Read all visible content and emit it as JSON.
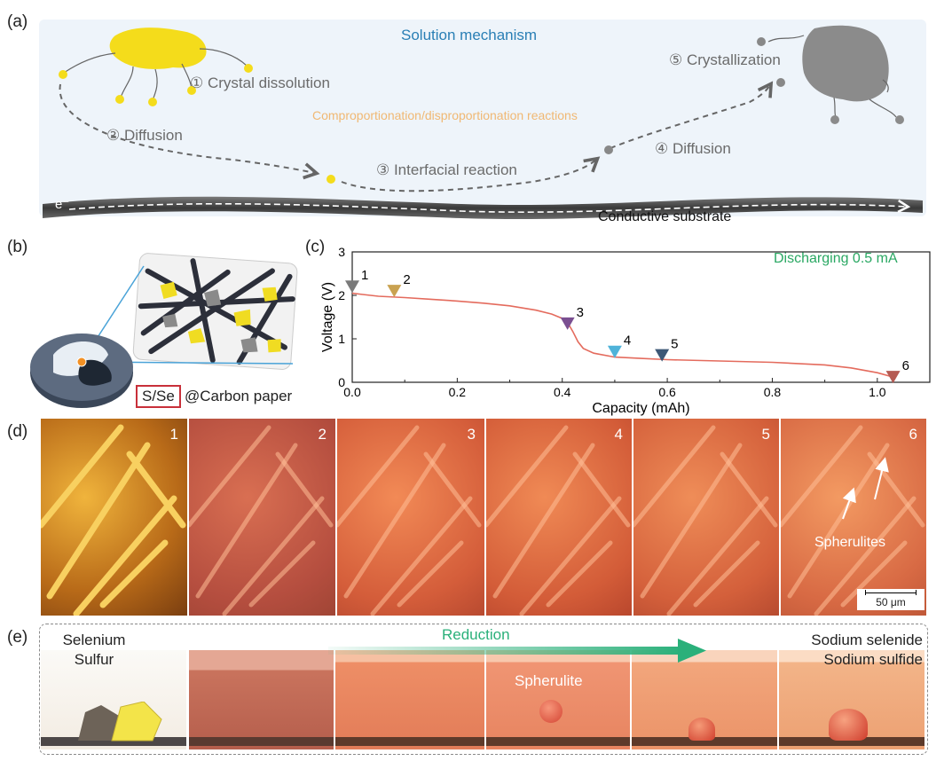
{
  "panel_a": {
    "label": "(a)",
    "title": "Solution mechanism",
    "step1": "① Crystal dissolution",
    "step2": "② Diffusion",
    "step3": "③ Interfacial reaction",
    "step4": "④ Diffusion",
    "step5": "⑤ Crystallization",
    "reaction_note": "Comproportionation/disproportionation reactions",
    "electron": "e⁻",
    "substrate": "Conductive substrate",
    "colors": {
      "background": "#eef4fa",
      "title": "#2a7fb5",
      "note": "#f0b873",
      "crystal_yellow": "#f4dc1b",
      "crystal_gray": "#8b8b8b",
      "substrate": "#4a4a4a"
    }
  },
  "panel_b": {
    "label": "(b)",
    "highlight_text": "S/Se",
    "caption_rest": "@Carbon paper"
  },
  "panel_c": {
    "label": "(c)",
    "annotation": "Discharging 0.5 mA",
    "chart_data": {
      "type": "line",
      "title": "",
      "xlabel": "Capacity (mAh)",
      "ylabel": "Voltage (V)",
      "xlim": [
        0,
        1.1
      ],
      "ylim": [
        0,
        3
      ],
      "xticks": [
        "0.0",
        "0.2",
        "0.4",
        "0.6",
        "0.8",
        "1.0"
      ],
      "yticks": [
        "0",
        "1",
        "2",
        "3"
      ],
      "series": [
        {
          "x": [
            0.0,
            0.02,
            0.05,
            0.1,
            0.15,
            0.2,
            0.25,
            0.3,
            0.35,
            0.38,
            0.4,
            0.41,
            0.42,
            0.43,
            0.44,
            0.46,
            0.5,
            0.55,
            0.6,
            0.7,
            0.8,
            0.9,
            0.95,
            1.0,
            1.03
          ],
          "y": [
            2.05,
            2.02,
            1.98,
            1.95,
            1.91,
            1.87,
            1.82,
            1.76,
            1.66,
            1.57,
            1.47,
            1.38,
            1.17,
            0.93,
            0.78,
            0.67,
            0.58,
            0.55,
            0.52,
            0.49,
            0.46,
            0.4,
            0.33,
            0.22,
            0.12
          ]
        }
      ],
      "markers": [
        {
          "label": "1",
          "x": 0.0,
          "y": 2.2,
          "color": "#7a7a7a"
        },
        {
          "label": "2",
          "x": 0.08,
          "y": 2.1,
          "color": "#c9a251"
        },
        {
          "label": "3",
          "x": 0.41,
          "y": 1.35,
          "color": "#7a4f91"
        },
        {
          "label": "4",
          "x": 0.5,
          "y": 0.7,
          "color": "#4fb3d9"
        },
        {
          "label": "5",
          "x": 0.59,
          "y": 0.62,
          "color": "#3d5876"
        },
        {
          "label": "6",
          "x": 1.03,
          "y": 0.12,
          "color": "#b55a52"
        }
      ],
      "line_color": "#e46b5d",
      "annotation_color": "#2aa863"
    }
  },
  "panel_d": {
    "label": "(d)",
    "frames": [
      "1",
      "2",
      "3",
      "4",
      "5",
      "6"
    ],
    "annotation": "Spherulites",
    "scale_bar": "50 μm"
  },
  "panel_e": {
    "label": "(e)",
    "left_top": "Selenium",
    "left_bottom": "Sulfur",
    "arrow_label": "Reduction",
    "middle_label": "Spherulite",
    "right_top": "Sodium selenide",
    "right_bottom": "Sodium sulfide",
    "colors": {
      "arrow": "#2ab07a"
    }
  }
}
